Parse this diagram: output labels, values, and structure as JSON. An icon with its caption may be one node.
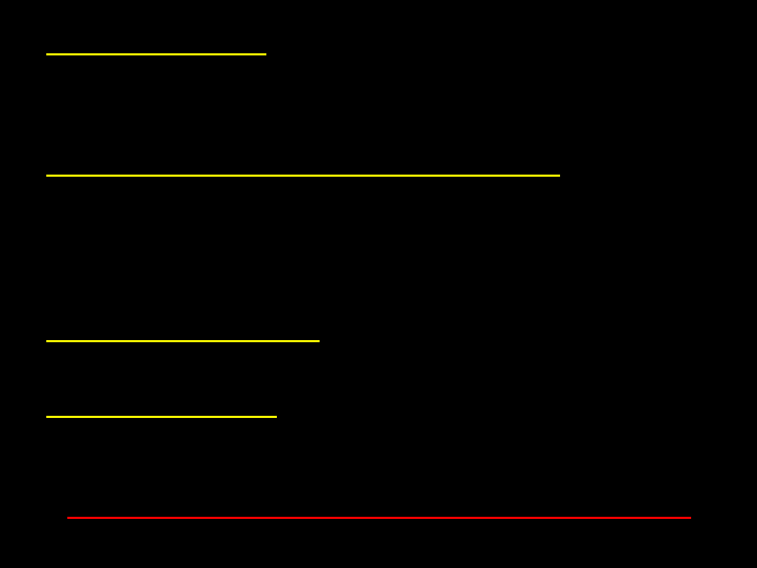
{
  "diagram": {
    "nodes": [
      {
        "text": [],
        "shape": "line"
      },
      {
        "text": [],
        "shape": "line"
      },
      {
        "text": [],
        "shape": "line"
      },
      {
        "text": [],
        "shape": "line"
      },
      {
        "text": [],
        "shape": "line"
      }
    ]
  }
}
